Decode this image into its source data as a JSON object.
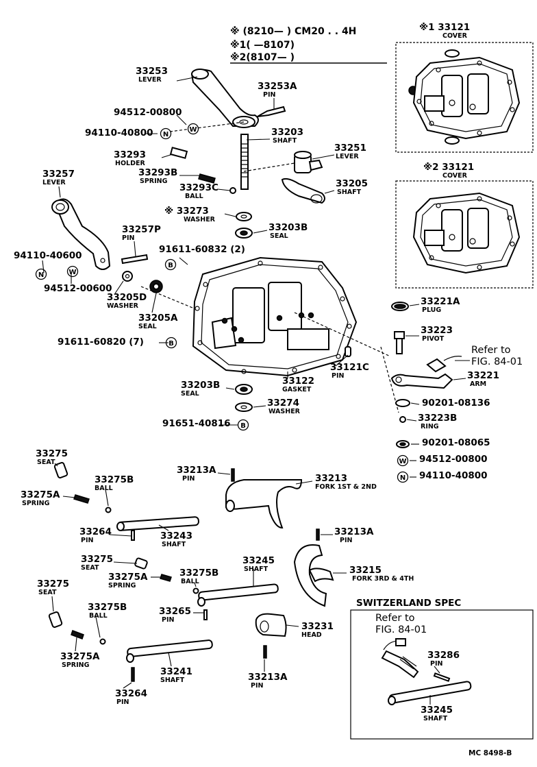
{
  "header": {
    "line1": "※ (8210—      ) CM20 . . 4H",
    "line2": "※1(           —8107)",
    "line3": "※2(8107—          )"
  },
  "cover_box_1": {
    "number": "※1 33121",
    "name": "COVER"
  },
  "cover_box_2": {
    "number": "※2 33121",
    "name": "COVER"
  },
  "parts": [
    {
      "number": "33253",
      "name": "LEVER"
    },
    {
      "number": "33253A",
      "name": "PIN"
    },
    {
      "number": "94512-00800",
      "name": ""
    },
    {
      "number": "94110-40800",
      "name": ""
    },
    {
      "number": "33203",
      "name": "SHAFT"
    },
    {
      "number": "33251",
      "name": "LEVER"
    },
    {
      "number": "33293",
      "name": "HOLDER"
    },
    {
      "number": "33293B",
      "name": "SPRING"
    },
    {
      "number": "33293C",
      "name": "BALL"
    },
    {
      "number": "33205",
      "name": "SHAFT"
    },
    {
      "number": "33257",
      "name": "LEVER"
    },
    {
      "number": "※ 33273",
      "name": "WASHER"
    },
    {
      "number": "33203B",
      "name": "SEAL"
    },
    {
      "number": "33257P",
      "name": "PIN"
    },
    {
      "number": "91611-60832 (2)",
      "name": ""
    },
    {
      "number": "94110-40600",
      "name": ""
    },
    {
      "number": "94512-00600",
      "name": ""
    },
    {
      "number": "33205D",
      "name": "WASHER"
    },
    {
      "number": "33205A",
      "name": "SEAL"
    },
    {
      "number": "91611-60820 (7)",
      "name": ""
    },
    {
      "number": "33121C",
      "name": "PIN"
    },
    {
      "number": "33203B",
      "name": "SEAL"
    },
    {
      "number": "33122",
      "name": "GASKET"
    },
    {
      "number": "33274",
      "name": "WASHER"
    },
    {
      "number": "91651-40816",
      "name": ""
    },
    {
      "number": "33221A",
      "name": "PLUG"
    },
    {
      "number": "33223",
      "name": "PIVOT"
    },
    {
      "number": "33221",
      "name": "ARM"
    },
    {
      "number": "90201-08136",
      "name": ""
    },
    {
      "number": "33223B",
      "name": "RING"
    },
    {
      "number": "90201-08065",
      "name": ""
    },
    {
      "number": "94512-00800",
      "name": ""
    },
    {
      "number": "94110-40800",
      "name": ""
    },
    {
      "number": "33275",
      "name": "SEAT"
    },
    {
      "number": "33213A",
      "name": "PIN"
    },
    {
      "number": "33213",
      "name": "FORK 1ST & 2ND"
    },
    {
      "number": "33275B",
      "name": "BALL"
    },
    {
      "number": "33275A",
      "name": "SPRING"
    },
    {
      "number": "33264",
      "name": "PIN"
    },
    {
      "number": "33243",
      "name": "SHAFT"
    },
    {
      "number": "33213A",
      "name": "PIN"
    },
    {
      "number": "33275",
      "name": "SEAT"
    },
    {
      "number": "33245",
      "name": "SHAFT"
    },
    {
      "number": "33275A",
      "name": "SPRING"
    },
    {
      "number": "33275B",
      "name": "BALL"
    },
    {
      "number": "33215",
      "name": "FORK 3RD & 4TH"
    },
    {
      "number": "33275",
      "name": "SEAT"
    },
    {
      "number": "33275B",
      "name": "BALL"
    },
    {
      "number": "33265",
      "name": "PIN"
    },
    {
      "number": "33231",
      "name": "HEAD"
    },
    {
      "number": "33275A",
      "name": "SPRING"
    },
    {
      "number": "33241",
      "name": "SHAFT"
    },
    {
      "number": "33213A",
      "name": "PIN"
    },
    {
      "number": "33264",
      "name": "PIN"
    },
    {
      "number": "33286",
      "name": "PIN"
    },
    {
      "number": "33245",
      "name": "SHAFT"
    }
  ],
  "refs": {
    "ref_top_1": "Refer to",
    "ref_top_2": "FIG. 84-01",
    "ref_sw_1": "Refer to",
    "ref_sw_2": "FIG. 84-01"
  },
  "switzerland": {
    "title": "SWITZERLAND SPEC"
  },
  "symbols": {
    "nut": "N",
    "washer": "W",
    "bolt": "B"
  },
  "figure_code": "MC  8498-B"
}
